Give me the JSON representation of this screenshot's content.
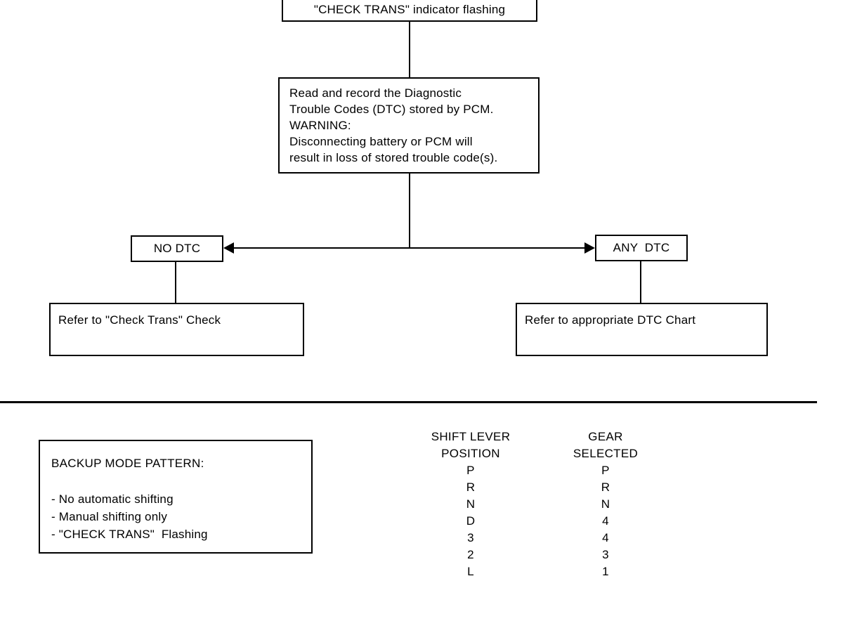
{
  "flowchart": {
    "start_box": {
      "label": "\"CHECK TRANS\" indicator flashing"
    },
    "diagnostic_box": {
      "lines": [
        "Read and record the Diagnostic",
        "Trouble Codes (DTC) stored by PCM.",
        "WARNING:",
        "Disconnecting battery or PCM will",
        "result in loss of stored trouble code(s)."
      ]
    },
    "no_dtc_box": {
      "label": "NO DTC"
    },
    "any_dtc_box": {
      "label": "ANY  DTC"
    },
    "refer_check_trans_box": {
      "label": "Refer to \"Check Trans\" Check"
    },
    "refer_dtc_chart_box": {
      "label": "Refer to appropriate DTC Chart"
    }
  },
  "backup_mode": {
    "title": "BACKUP MODE PATTERN:",
    "items": [
      "- No automatic shifting",
      "- Manual shifting only",
      "- \"CHECK TRANS\"  Flashing"
    ]
  },
  "shift_table": {
    "col1_header_line1": "SHIFT LEVER",
    "col1_header_line2": "POSITION",
    "col2_header_line1": "GEAR",
    "col2_header_line2": "SELECTED",
    "rows": [
      {
        "position": "P",
        "gear": "P"
      },
      {
        "position": "R",
        "gear": "R"
      },
      {
        "position": "N",
        "gear": "N"
      },
      {
        "position": "D",
        "gear": "4"
      },
      {
        "position": "3",
        "gear": "4"
      },
      {
        "position": "2",
        "gear": "3"
      },
      {
        "position": "L",
        "gear": "1"
      }
    ]
  },
  "colors": {
    "ink": "#000000",
    "background": "#ffffff"
  }
}
